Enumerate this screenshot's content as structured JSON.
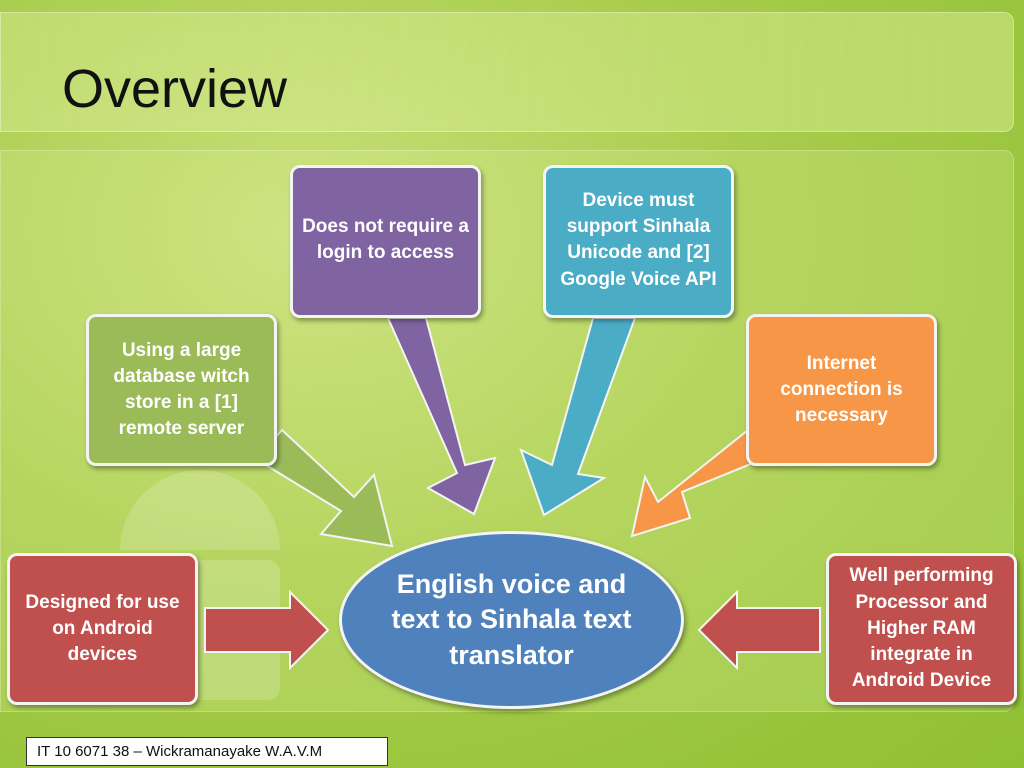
{
  "slide": {
    "title": "Overview",
    "footer": "IT 10 6071 38 – Wickramanayake W.A.V.M"
  },
  "diagram": {
    "center": "English voice and text to Sinhala text translator",
    "nodes": {
      "login": "Does not require a login to access",
      "unicode": "Device must support Sinhala Unicode and [2] Google Voice API",
      "database": "Using a large database witch store in a [1] remote server",
      "internet": "Internet connection is necessary",
      "android": "Designed for use on Android devices",
      "hardware": "Well performing Processor and Higher RAM integrate in Android Device"
    },
    "colors": {
      "green": "#9bbb59",
      "purple": "#8064a2",
      "blue": "#4bacc6",
      "orange": "#f79646",
      "red": "#c0504d",
      "center": "#4f81bd"
    }
  }
}
